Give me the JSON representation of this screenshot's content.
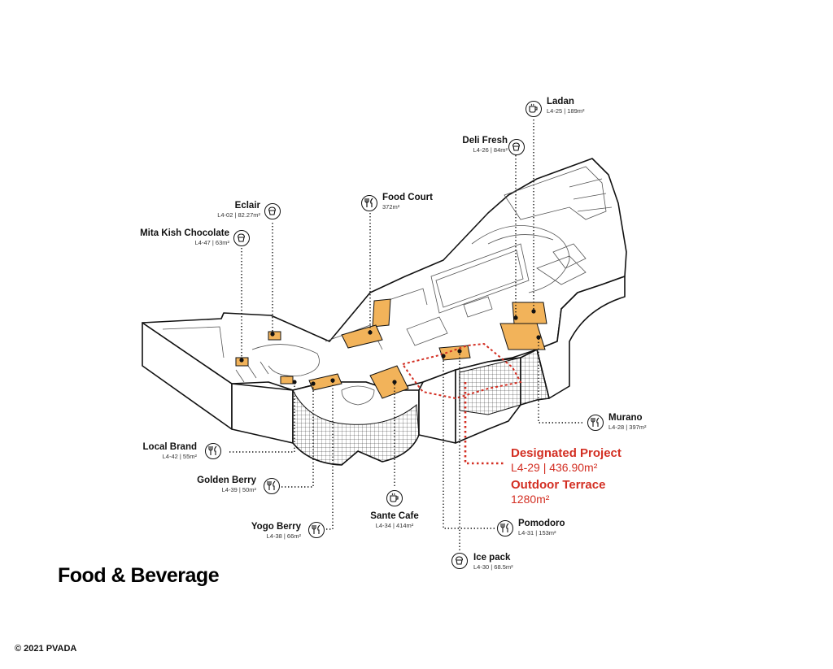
{
  "title": "Food & Beverage",
  "copyright": "© 2021 PVADA",
  "colors": {
    "accent": "#d32f23",
    "unit": "#f2b35a",
    "line": "#111111"
  },
  "designated": {
    "name": "Designated Project",
    "code": "L4-29 | 436.90m²",
    "terrace_name": "Outdoor Terrace",
    "terrace_area": "1280m²"
  },
  "labels": {
    "ladan": {
      "name": "Ladan",
      "info": "L4-25 | 189m²",
      "icon": "coffee-cup-icon"
    },
    "deli_fresh": {
      "name": "Deli Fresh",
      "info": "L4-26 | 84m²",
      "icon": "cupcake-icon"
    },
    "food_court": {
      "name": "Food Court",
      "info": "372m²",
      "icon": "fork-knife-icon"
    },
    "eclair": {
      "name": "Eclair",
      "info": "L4-02 | 82.27m²",
      "icon": "cupcake-icon"
    },
    "mita_kish": {
      "name": "Mita Kish Chocolate",
      "info": "L4-47 | 63m²",
      "icon": "cupcake-icon"
    },
    "murano": {
      "name": "Murano",
      "info": "L4-28 | 397m²",
      "icon": "fork-knife-icon"
    },
    "local_brand": {
      "name": "Local Brand",
      "info": "L4-42 | 55m²",
      "icon": "fork-knife-icon"
    },
    "golden_berry": {
      "name": "Golden Berry",
      "info": "L4-39 | 50m²",
      "icon": "fork-knife-icon"
    },
    "yogo_berry": {
      "name": "Yogo Berry",
      "info": "L4-38 | 66m²",
      "icon": "fork-knife-icon"
    },
    "sante_cafe": {
      "name": "Sante Cafe",
      "info": "L4-34 | 414m²",
      "icon": "coffee-cup-icon"
    },
    "pomodoro": {
      "name": "Pomodoro",
      "info": "L4-31 | 153m²",
      "icon": "fork-knife-icon"
    },
    "ice_pack": {
      "name": "Ice pack",
      "info": "L4-30 | 68.5m²",
      "icon": "cupcake-icon"
    }
  }
}
